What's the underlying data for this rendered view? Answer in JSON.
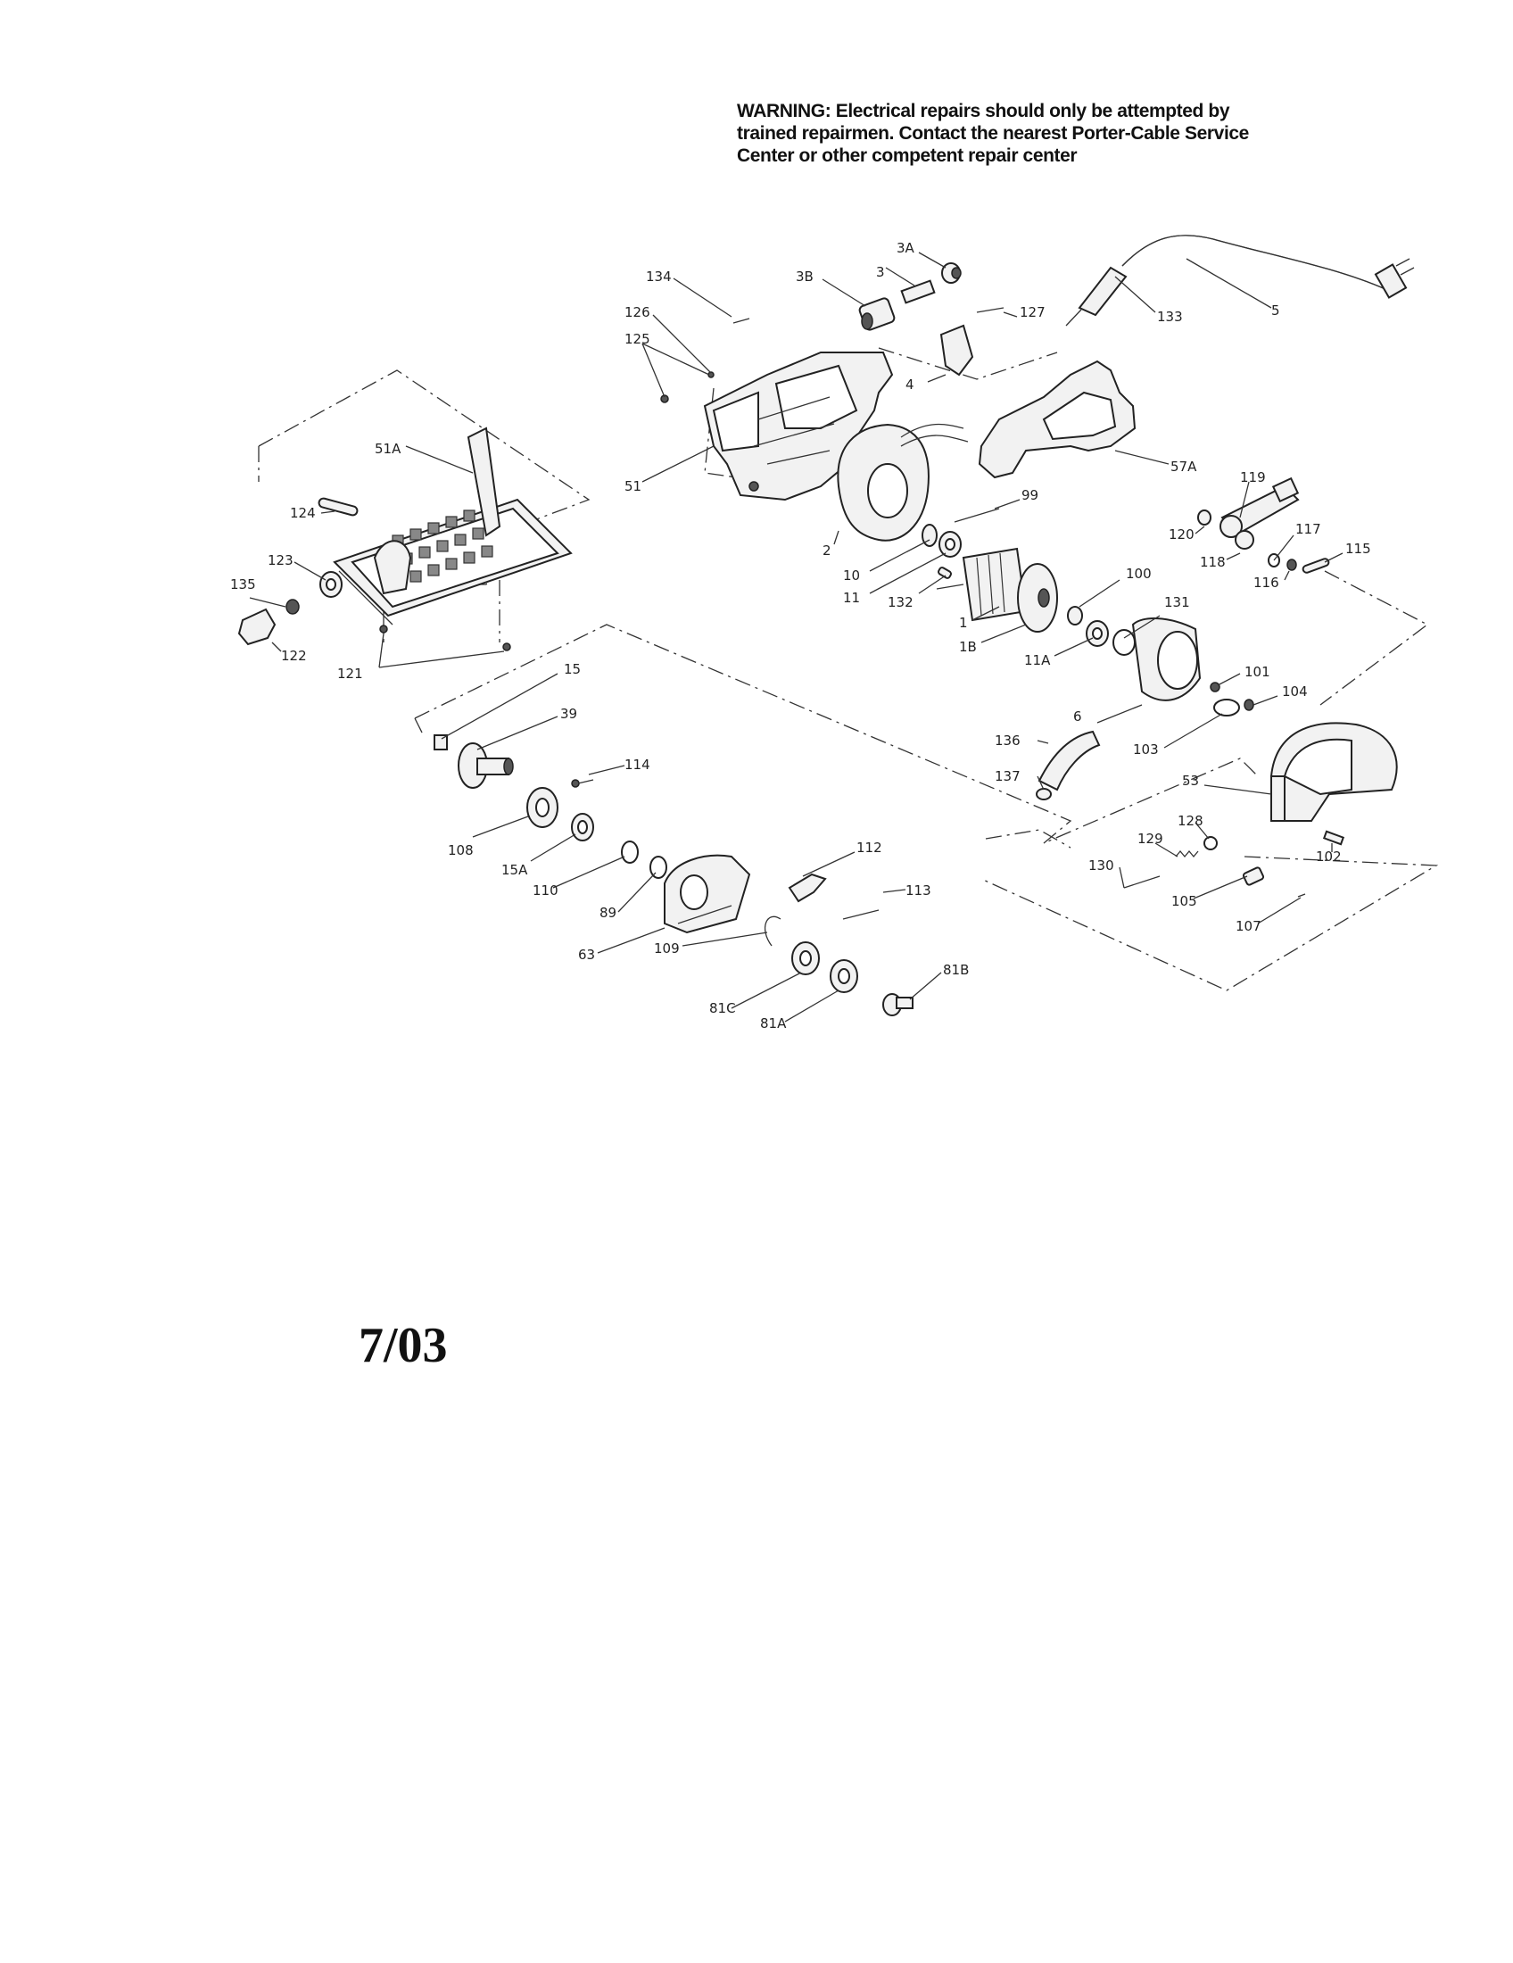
{
  "warning": {
    "line1": "WARNING: Electrical repairs should only be attempted by",
    "line2": "trained repairmen. Contact the nearest Porter-Cable Service",
    "line3": "Center or other competent repair center"
  },
  "date_code": "7/03",
  "part_labels": [
    {
      "id": "3A",
      "text": "3A"
    },
    {
      "id": "3",
      "text": "3"
    },
    {
      "id": "3B",
      "text": "3B"
    },
    {
      "id": "134",
      "text": "134"
    },
    {
      "id": "126",
      "text": "126"
    },
    {
      "id": "125",
      "text": "125"
    },
    {
      "id": "127",
      "text": "127"
    },
    {
      "id": "133",
      "text": "133"
    },
    {
      "id": "5",
      "text": "5"
    },
    {
      "id": "4",
      "text": "4"
    },
    {
      "id": "57A",
      "text": "57A"
    },
    {
      "id": "51A",
      "text": "51A"
    },
    {
      "id": "51",
      "text": "51"
    },
    {
      "id": "99",
      "text": "99"
    },
    {
      "id": "119",
      "text": "119"
    },
    {
      "id": "120",
      "text": "120"
    },
    {
      "id": "118",
      "text": "118"
    },
    {
      "id": "117",
      "text": "117"
    },
    {
      "id": "116",
      "text": "116"
    },
    {
      "id": "115",
      "text": "115"
    },
    {
      "id": "124",
      "text": "124"
    },
    {
      "id": "2",
      "text": "2"
    },
    {
      "id": "10",
      "text": "10"
    },
    {
      "id": "11",
      "text": "11"
    },
    {
      "id": "132",
      "text": "132"
    },
    {
      "id": "100",
      "text": "100"
    },
    {
      "id": "1",
      "text": "1"
    },
    {
      "id": "131",
      "text": "131"
    },
    {
      "id": "1B",
      "text": "1B"
    },
    {
      "id": "11A",
      "text": "11A"
    },
    {
      "id": "123",
      "text": "123"
    },
    {
      "id": "135",
      "text": "135"
    },
    {
      "id": "122",
      "text": "122"
    },
    {
      "id": "121",
      "text": "121"
    },
    {
      "id": "15",
      "text": "15"
    },
    {
      "id": "39",
      "text": "39"
    },
    {
      "id": "101",
      "text": "101"
    },
    {
      "id": "104",
      "text": "104"
    },
    {
      "id": "6",
      "text": "6"
    },
    {
      "id": "136",
      "text": "136"
    },
    {
      "id": "103",
      "text": "103"
    },
    {
      "id": "114",
      "text": "114"
    },
    {
      "id": "137",
      "text": "137"
    },
    {
      "id": "53",
      "text": "53"
    },
    {
      "id": "128",
      "text": "128"
    },
    {
      "id": "129",
      "text": "129"
    },
    {
      "id": "102",
      "text": "102"
    },
    {
      "id": "130",
      "text": "130"
    },
    {
      "id": "108",
      "text": "108"
    },
    {
      "id": "15A",
      "text": "15A"
    },
    {
      "id": "112",
      "text": "112"
    },
    {
      "id": "110",
      "text": "110"
    },
    {
      "id": "105",
      "text": "105"
    },
    {
      "id": "107",
      "text": "107"
    },
    {
      "id": "113",
      "text": "113"
    },
    {
      "id": "89",
      "text": "89"
    },
    {
      "id": "63",
      "text": "63"
    },
    {
      "id": "109",
      "text": "109"
    },
    {
      "id": "81B",
      "text": "81B"
    },
    {
      "id": "81C",
      "text": "81C"
    },
    {
      "id": "81A",
      "text": "81A"
    }
  ]
}
